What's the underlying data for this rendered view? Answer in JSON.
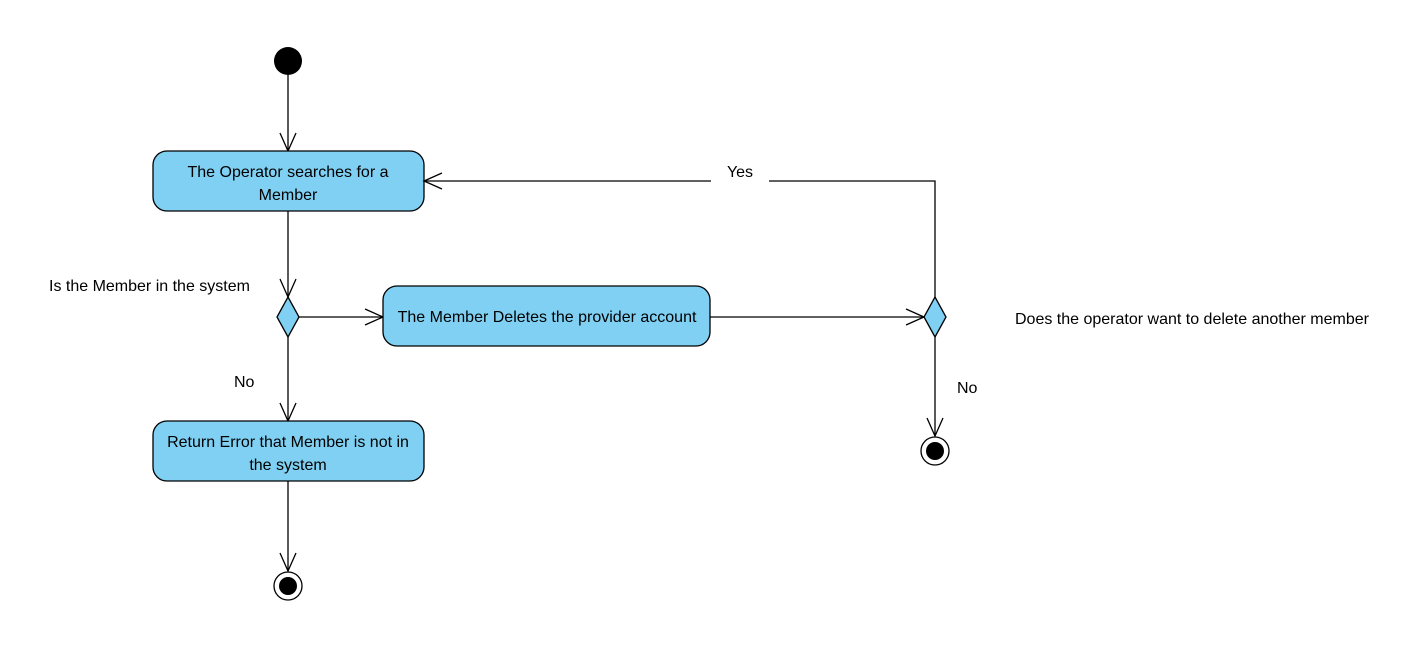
{
  "diagram": {
    "type": "uml-activity",
    "colors": {
      "action_fill": "#7fd0f2",
      "decision_fill": "#7fd0f2",
      "stroke": "#000000",
      "background": "#ffffff"
    },
    "nodes": {
      "search_member": {
        "line1": "The Operator searches for a",
        "line2": "Member"
      },
      "delete_account": {
        "line1": "The Member Deletes the provider account"
      },
      "return_error": {
        "line1": "Return Error that Member is not in",
        "line2": "the system"
      }
    },
    "decisions": {
      "member_in_system": {
        "question": "Is the Member in the system"
      },
      "delete_another": {
        "question": "Does the operator want to delete another member"
      }
    },
    "edge_labels": {
      "no_member": "No",
      "yes_again": "Yes",
      "no_again": "No"
    }
  }
}
